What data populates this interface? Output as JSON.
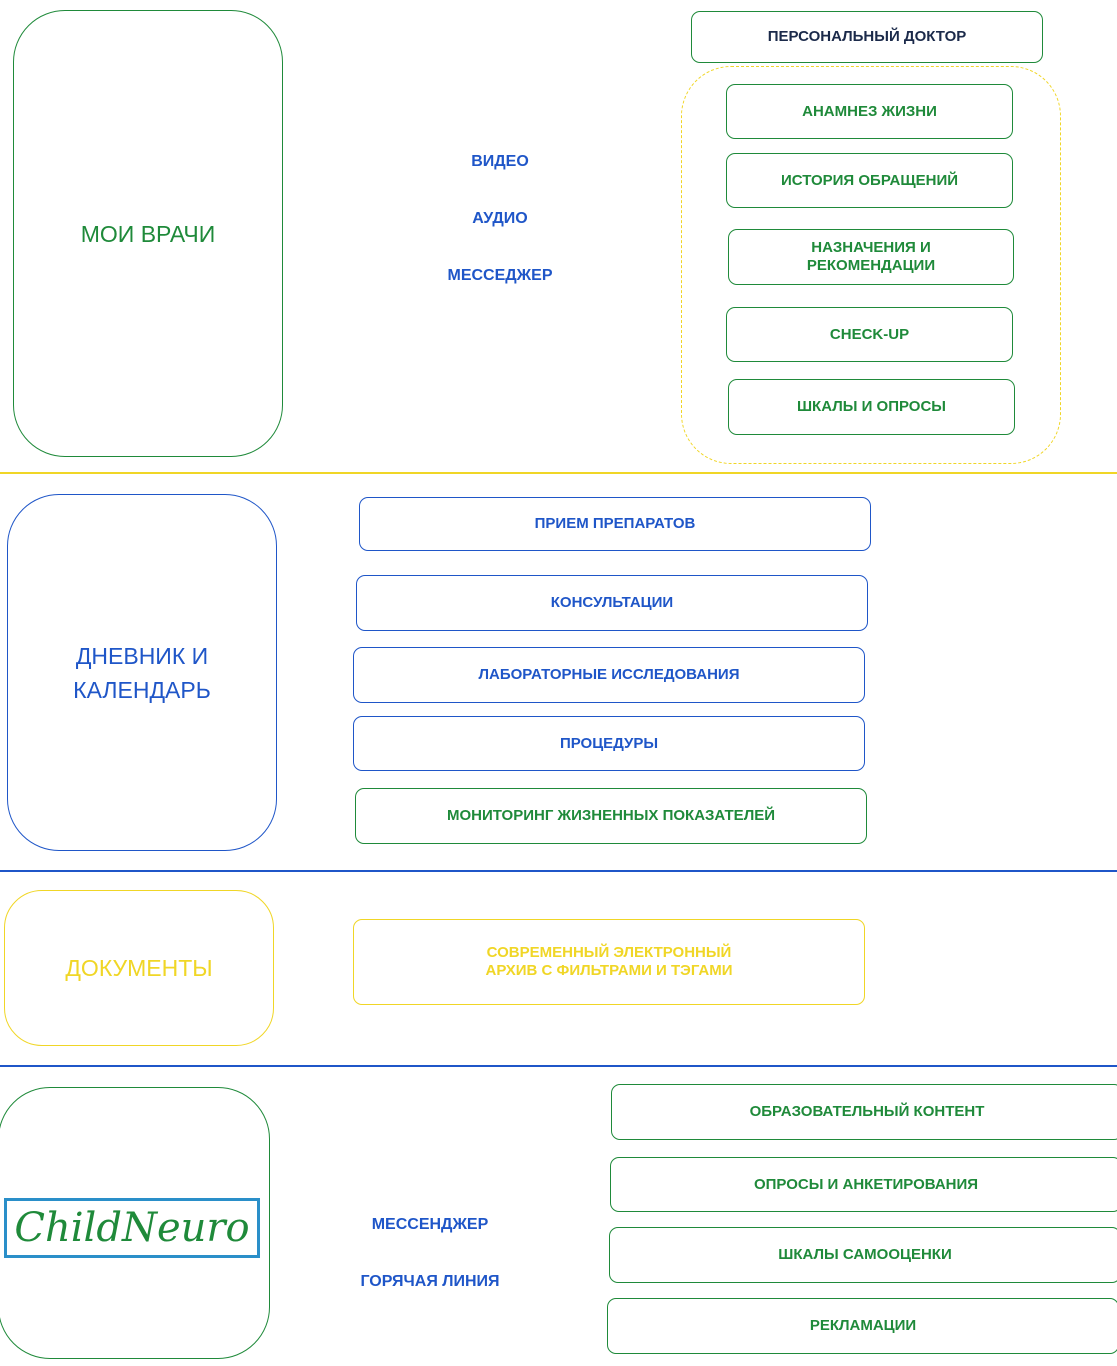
{
  "section1": {
    "title": "МОИ ВРАЧИ",
    "channels": [
      "ВИДЕО",
      "АУДИО",
      "МЕССЕДЖЕР"
    ],
    "personal_doctor": "ПЕРСОНАЛЬНЫЙ ДОКТОР",
    "records": [
      "АНАМНЕЗ ЖИЗНИ",
      "ИСТОРИЯ ОБРАЩЕНИЙ",
      "НАЗНАЧЕНИЯ И РЕКОМЕНДАЦИИ",
      "CHECK-UP",
      "ШКАЛЫ И ОПРОСЫ"
    ]
  },
  "section2": {
    "title": "ДНЕВНИК И КАЛЕНДАРЬ",
    "items": [
      "ПРИЕМ ПРЕПАРАТОВ",
      "КОНСУЛЬТАЦИИ",
      "ЛАБОРАТОРНЫЕ ИССЛЕДОВАНИЯ",
      "ПРОЦЕДУРЫ",
      "МОНИТОРИНГ ЖИЗНЕННЫХ ПОКАЗАТЕЛЕЙ"
    ]
  },
  "section3": {
    "title": "ДОКУМЕНТЫ",
    "archive": "СОВРЕМЕННЫЙ ЭЛЕКТРОННЫЙ АРХИВ С ФИЛЬТРАМИ И ТЭГАМИ"
  },
  "section4": {
    "logo": "ChildNeuro",
    "channels": [
      "МЕССЕНДЖЕР",
      "ГОРЯЧАЯ ЛИНИЯ"
    ],
    "items": [
      "ОБРАЗОВАТЕЛЬНЫЙ КОНТЕНТ",
      "ОПРОСЫ И АНКЕТИРОВАНИЯ",
      "ШКАЛЫ САМООЦЕНКИ",
      "РЕКЛАМАЦИИ"
    ]
  },
  "colors": {
    "green": "#1f8a3a",
    "blue": "#1f56c8",
    "yellow": "#f0d626",
    "logo_border": "#2a8fc9"
  }
}
